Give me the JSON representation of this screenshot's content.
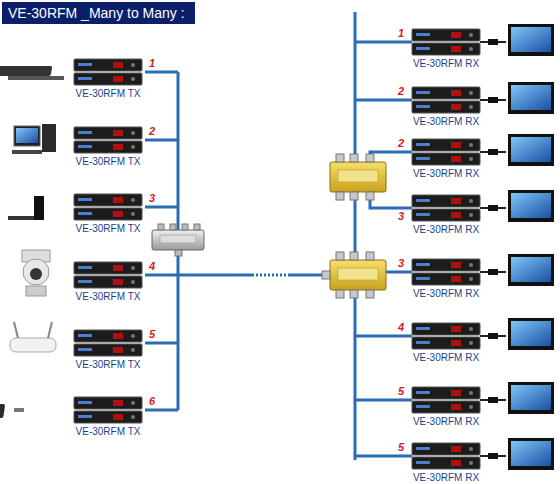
{
  "diagram": {
    "title": "VE-30RFM _Many to Many :",
    "nodes": [
      {
        "text": [
          "VE-30RFM TX"
        ]
      },
      {
        "text": [
          "VE-30RFM TX"
        ]
      },
      {
        "text": [
          "VE-30RFM TX"
        ]
      },
      {
        "text": [
          "VE-30RFM TX"
        ]
      },
      {
        "text": [
          "VE-30RFM TX"
        ]
      },
      {
        "text": [
          "VE-30RFM TX"
        ]
      },
      {
        "text": [
          "VE-30RFM RX"
        ]
      },
      {
        "text": [
          "VE-30RFM RX"
        ]
      },
      {
        "text": [
          "VE-30RFM RX"
        ]
      },
      {
        "text": [
          "VE-30RFM RX"
        ]
      },
      {
        "text": [
          "VE-30RFM RX"
        ]
      },
      {
        "text": [
          "VE-30RFM RX"
        ]
      },
      {
        "text": [
          "VE-30RFM RX"
        ]
      },
      {
        "text": [
          "VE-30RFM RX"
        ]
      }
    ],
    "labels": [
      "1",
      "2",
      "3",
      "4",
      "5",
      "6",
      "1",
      "2",
      "2",
      "3",
      "3",
      "4",
      "5",
      "5"
    ]
  }
}
